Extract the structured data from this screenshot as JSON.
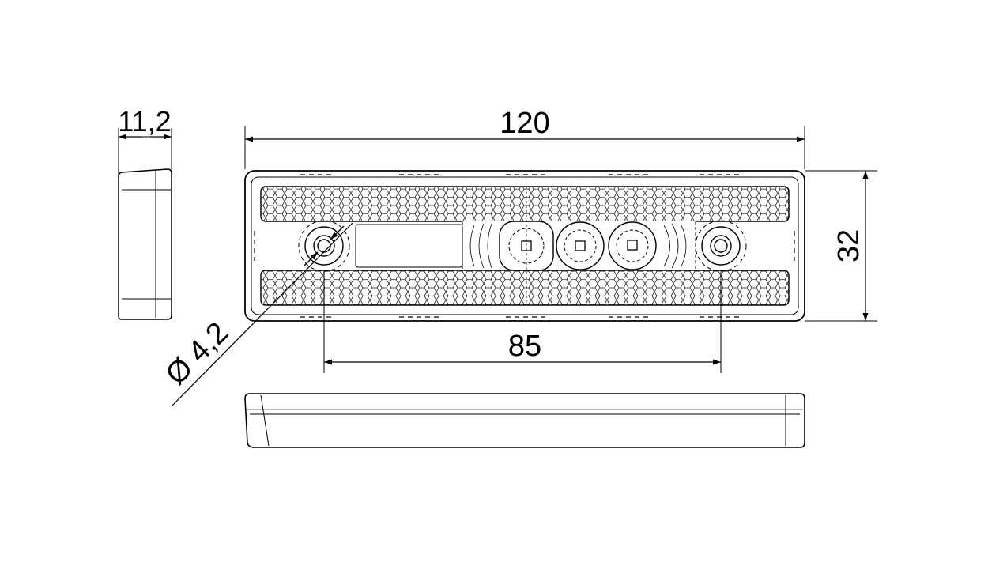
{
  "dimensions": {
    "overall_length": "120",
    "height": "32",
    "hole_spacing": "85",
    "depth": "11,2",
    "hole_diameter": "Ø 4,2"
  },
  "colors": {
    "line": "#000000",
    "background": "#ffffff"
  },
  "views": [
    "side-view",
    "front-view",
    "bottom-view"
  ],
  "led_count": 3
}
